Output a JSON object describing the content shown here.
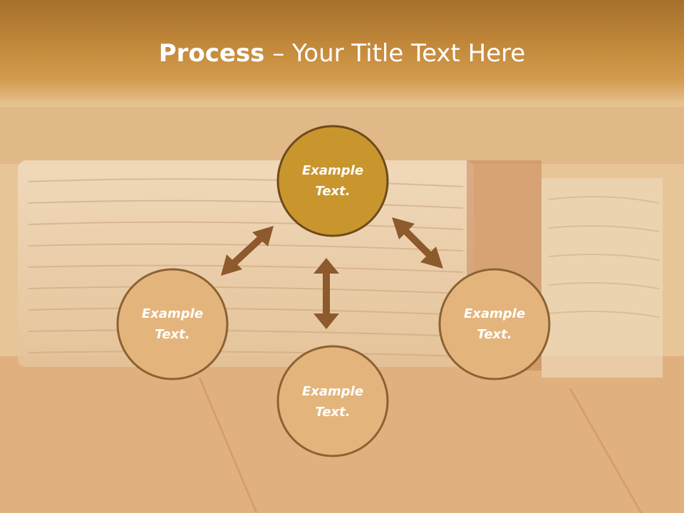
{
  "title": {
    "bold": "Process",
    "rest": " – Your Title Text Here"
  },
  "colors": {
    "header": "#c48a3c",
    "center_circle": "#c9962e",
    "outer_circle": "#e3b57c",
    "circle_border": "#6e4a1c",
    "arrow": "#8c5a2c",
    "text": "#ffffff"
  },
  "nodes": [
    {
      "id": "center",
      "label": "Example\nText."
    },
    {
      "id": "left",
      "label": "Example\nText."
    },
    {
      "id": "bottom",
      "label": "Example\nText."
    },
    {
      "id": "right",
      "label": "Example\nText."
    }
  ],
  "arrows": [
    {
      "from": "center",
      "to": "left",
      "style": "double-headed"
    },
    {
      "from": "center",
      "to": "bottom",
      "style": "double-headed"
    },
    {
      "from": "center",
      "to": "right",
      "style": "double-headed"
    }
  ]
}
